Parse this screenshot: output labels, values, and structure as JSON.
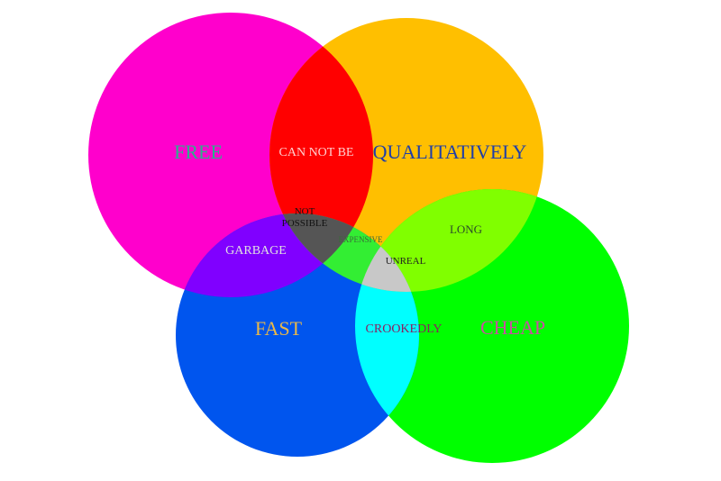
{
  "diagram": {
    "colors": {
      "free": "#ff00cc",
      "qualitatively": "#ffbf00",
      "fast": "#0055ee",
      "cheap": "#00ff00",
      "free_qualitatively": "#ff0000",
      "free_fast": "#8000ff",
      "qualitatively_cheap": "#80ff00",
      "fast_cheap": "#00ffff",
      "expensive_region": "#33ee33",
      "free_qualitatively_fast": "#555555",
      "qualitatively_fast_cheap": "#c8c8c8"
    },
    "labels": {
      "free": "FREE",
      "qualitatively": "QUALITATIVELY",
      "fast": "FAST",
      "cheap": "CHEAP",
      "can_not_be": "CAN NOT BE",
      "not_possible_line1": "NOT",
      "not_possible_line2": "POSSIBLE",
      "garbage": "GARBAGE",
      "expensive": "EXPENSIVE",
      "long": "LONG",
      "unreal": "UNREAL",
      "crookedly": "CROOKEDLY"
    },
    "label_colors": {
      "free": "#2bb08c",
      "qualitatively": "#1f3fa8",
      "fast": "#e8b84a",
      "cheap": "#c850a0",
      "can_not_be": "#ffd0d0",
      "not_possible": "#111111",
      "garbage": "#e0e0e0",
      "expensive": "#3a6a3a",
      "long": "#2a4a2a",
      "unreal": "#222222",
      "crookedly": "#8a2060"
    }
  }
}
